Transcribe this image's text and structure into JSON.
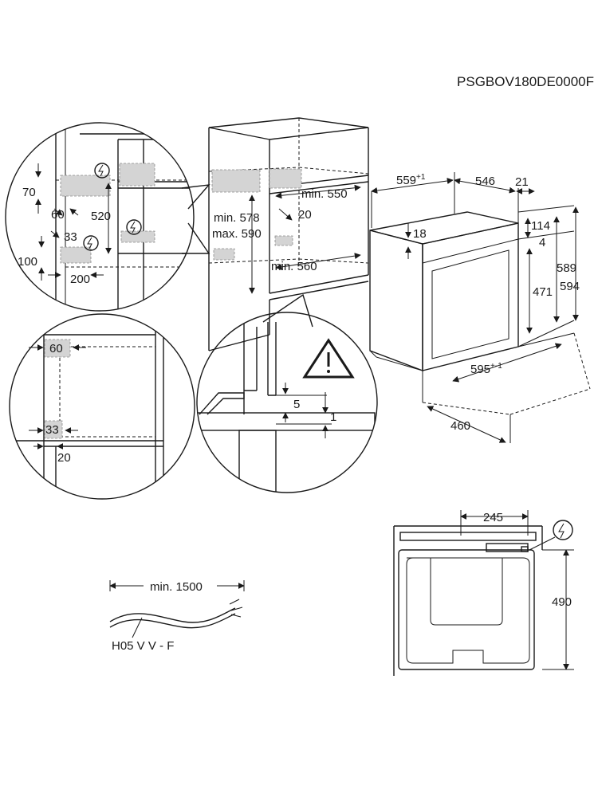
{
  "product_code": "PSGBOV180DE0000F",
  "top_detail": {
    "d70": "70",
    "d60": "60",
    "d520": "520",
    "d33": "33",
    "d100": "100",
    "d200": "200"
  },
  "cabinet": {
    "min578": "min. 578",
    "max590": "max. 590",
    "min550": "min. 550",
    "d20": "20",
    "min560": "min. 560"
  },
  "oven": {
    "w559": "559",
    "w559_tol": "+1",
    "w546": "546",
    "w21": "21",
    "h114": "114",
    "h4": "4",
    "h18": "18",
    "h589": "589",
    "h594": "594",
    "h471": "471",
    "w595": "595",
    "w595_tol": "+-1",
    "d460": "460"
  },
  "side_detail": {
    "d60": "60",
    "d33": "33",
    "d20": "20"
  },
  "gap_detail": {
    "d5": "5",
    "d1": "1"
  },
  "cable": {
    "length": "min. 1500",
    "type": "H05 V V - F"
  },
  "back_panel": {
    "w245": "245",
    "h490": "490"
  }
}
